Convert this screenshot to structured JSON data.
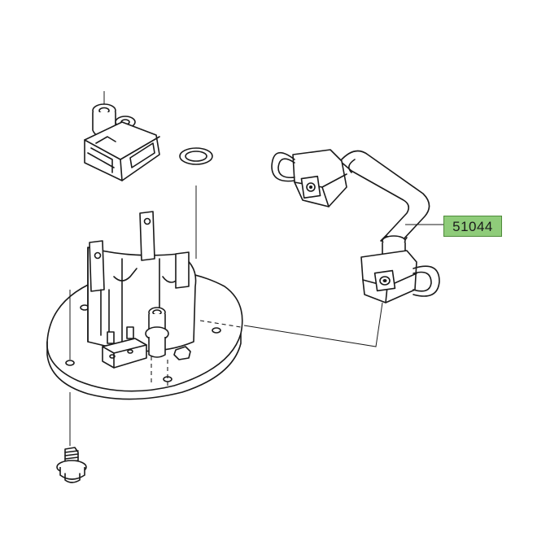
{
  "callout": {
    "part_number": "51044",
    "highlight_color": "#8fcc7a"
  },
  "parts": [
    {
      "name": "fuel-pump-connector-body"
    },
    {
      "name": "o-ring"
    },
    {
      "name": "fuel-pump-bracket-plate"
    },
    {
      "name": "flange-bolt"
    },
    {
      "name": "fuel-hose-assembly"
    }
  ]
}
